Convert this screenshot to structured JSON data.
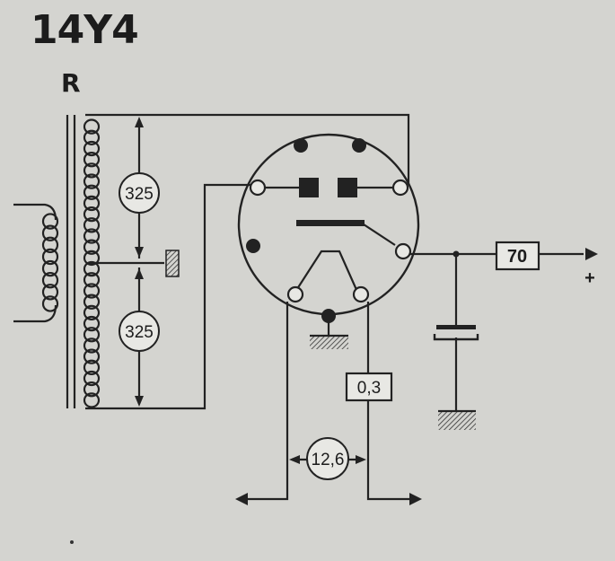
{
  "title": "14Y4",
  "rectifier_label": "R",
  "labels": {
    "upper_voltage": "325",
    "lower_voltage": "325",
    "heater_voltage": "12,6",
    "heater_current": "0,3",
    "output_resistor": "70",
    "output_polarity": "+"
  }
}
